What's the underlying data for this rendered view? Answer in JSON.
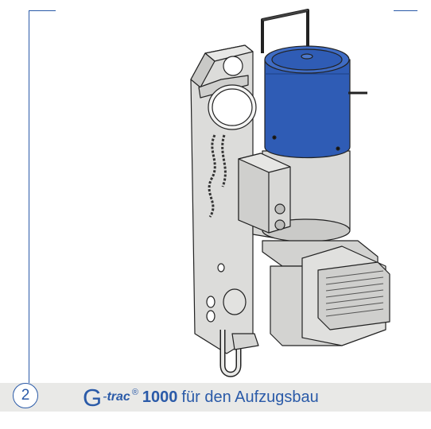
{
  "page": {
    "number": "2"
  },
  "caption": {
    "brand_g": "G",
    "brand_dash": "-",
    "brand_trac": "trac",
    "brand_reg": "®",
    "model": "1000",
    "text": "für den Aufzugsbau"
  },
  "colors": {
    "brand_blue": "#2a5aa8",
    "motor_blue": "#2f5cb5",
    "band_grey": "#e9e9e7",
    "metal_grey": "#d8d8d6"
  },
  "illustration": {
    "subject": "elevator traction drive unit with blue motor"
  }
}
